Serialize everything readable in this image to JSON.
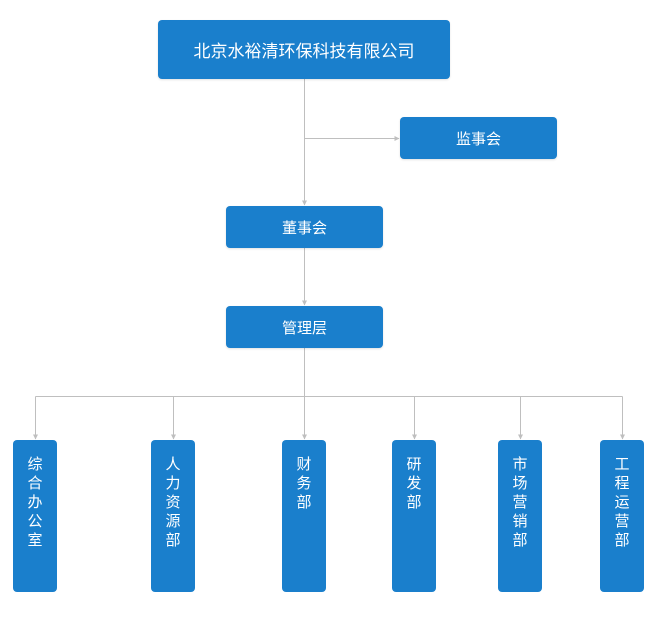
{
  "company": "北京水裕清环保科技有限公司",
  "supervisory_board": "监事会",
  "board": "董事会",
  "management": "管理层",
  "departments": [
    "综合办公室",
    "人力资源部",
    "财务部",
    "研发部",
    "市场营销部",
    "工程运营部"
  ],
  "colors": {
    "box": "#1a7fcc",
    "line": "#bfbfbf",
    "text": "#ffffff"
  }
}
